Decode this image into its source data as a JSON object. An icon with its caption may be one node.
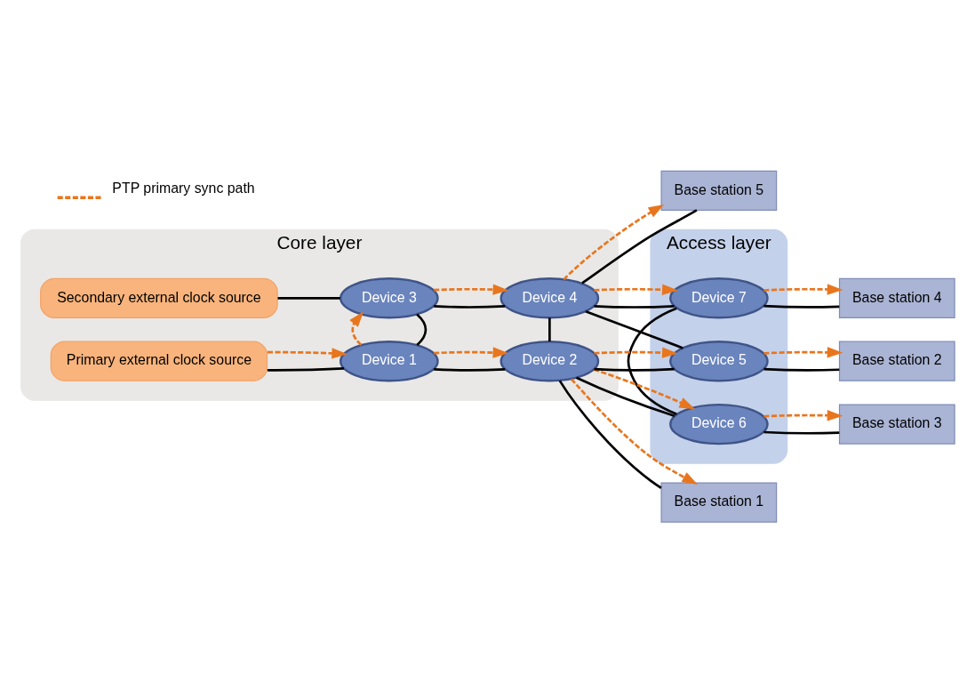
{
  "diagram": {
    "nodes": [
      {
        "text": [
          "Core layer"
        ]
      },
      {
        "text": [
          "Primary external clock source"
        ],
        "in": 0
      },
      {
        "text": [
          "Device 1"
        ],
        "in": 0
      },
      {
        "text": [
          "Device 2"
        ],
        "in": 0
      },
      {
        "text": [
          "Secondary external clock source"
        ],
        "in": 0
      },
      {
        "text": [
          "Device 3"
        ],
        "in": 0
      },
      {
        "text": [
          "Device 4"
        ],
        "in": 0
      },
      {
        "text": [
          "Access layer"
        ]
      },
      {
        "text": [
          "Device 5"
        ],
        "in": 7
      },
      {
        "text": [
          "Device 6"
        ],
        "in": 7
      },
      {
        "text": [
          "Device 7"
        ],
        "in": 7
      },
      {
        "text": [
          "Base station 1"
        ]
      },
      {
        "text": [
          "Base station 2"
        ]
      },
      {
        "text": [
          "Base station 3"
        ]
      },
      {
        "text": [
          "Base station 4"
        ]
      },
      {
        "text": [
          "Base station 5"
        ]
      }
    ],
    "edges": [
      {
        "from": 1,
        "to": 2,
        "arrow": "none"
      },
      {
        "from": 1,
        "to": 2,
        "arrow": "to",
        "style": "dashed",
        "color": "#e8761e"
      },
      {
        "from": 2,
        "to": 3,
        "arrow": "none"
      },
      {
        "from": 2,
        "to": 3,
        "arrow": "to",
        "style": "dashed",
        "color": "#e8761e"
      },
      {
        "from": 2,
        "to": 5,
        "arrow": "none"
      },
      {
        "from": 2,
        "to": 5,
        "arrow": "to",
        "style": "dashed",
        "color": "#e8761e"
      },
      {
        "from": 3,
        "to": 6,
        "arrow": "none"
      },
      {
        "from": 4,
        "to": 5,
        "arrow": "none"
      },
      {
        "from": 5,
        "to": 6,
        "arrow": "none"
      },
      {
        "from": 5,
        "to": 6,
        "arrow": "to",
        "style": "dashed",
        "color": "#e8761e"
      },
      {
        "from": 3,
        "to": 11,
        "arrow": "none"
      },
      {
        "from": 3,
        "to": 11,
        "arrow": "to",
        "style": "dashed",
        "color": "#e8761e"
      },
      {
        "from": 3,
        "to": 8,
        "arrow": "none"
      },
      {
        "from": 3,
        "to": 8,
        "arrow": "to",
        "style": "dashed",
        "color": "#e8761e"
      },
      {
        "from": 3,
        "to": 9,
        "arrow": "none"
      },
      {
        "from": 3,
        "to": 9,
        "arrow": "to",
        "style": "dashed",
        "color": "#e8761e"
      },
      {
        "from": 6,
        "to": 8,
        "arrow": "none"
      },
      {
        "from": 6,
        "to": 10,
        "arrow": "none"
      },
      {
        "from": 6,
        "to": 10,
        "arrow": "to",
        "style": "dashed",
        "color": "#e8761e"
      },
      {
        "from": 6,
        "to": 15,
        "arrow": "none"
      },
      {
        "from": 6,
        "to": 15,
        "arrow": "to",
        "style": "dashed",
        "color": "#e8761e"
      },
      {
        "from": 8,
        "to": 12,
        "arrow": "none"
      },
      {
        "from": 8,
        "to": 12,
        "arrow": "to",
        "style": "dashed",
        "color": "#e8761e"
      },
      {
        "from": 9,
        "to": 13,
        "arrow": "none"
      },
      {
        "from": 9,
        "to": 13,
        "arrow": "to",
        "style": "dashed",
        "color": "#e8761e"
      },
      {
        "from": 9,
        "to": 10,
        "arrow": "none"
      },
      {
        "from": 10,
        "to": 14,
        "arrow": "none"
      },
      {
        "from": 10,
        "to": 14,
        "arrow": "to",
        "style": "dashed",
        "color": "#e8761e"
      }
    ],
    "legend": [
      {
        "text": "PTP primary sync path"
      }
    ]
  }
}
